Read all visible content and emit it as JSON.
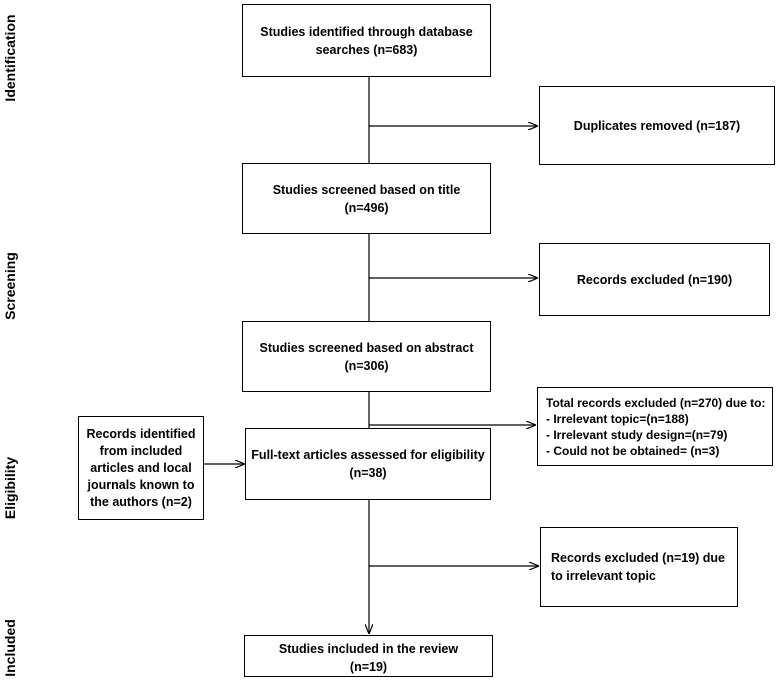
{
  "stages": {
    "identification": "Identification",
    "screening": "Screening",
    "eligibility": "Eligibility",
    "included": "Included"
  },
  "boxes": {
    "identified": [
      "Studies  identified through database",
      "searches (n=683)"
    ],
    "duplicates": [
      "Duplicates removed (n=187)"
    ],
    "screened_title": [
      "Studies  screened based on title",
      "(n=496)"
    ],
    "excluded_190": [
      "Records excluded (n=190)"
    ],
    "screened_abstract": [
      "Studies screened based on abstract",
      "(n=306)"
    ],
    "excluded_270": [
      "Total records excluded (n=270) due to:",
      "- Irrelevant topic=(n=188)",
      "- Irrelevant study design=(n=79)",
      "- Could not be obtained= (n=3)"
    ],
    "other_sources": [
      "Records identified",
      "from included",
      "articles  and local",
      "journals known to",
      "the authors (n=2)"
    ],
    "fulltext": [
      "Full-text articles assessed for eligibility",
      "(n=38)"
    ],
    "excluded_19": [
      "Records excluded (n=19) due",
      "to irrelevant topic"
    ],
    "included": [
      "Studies included in the review",
      "(n=19)"
    ]
  }
}
